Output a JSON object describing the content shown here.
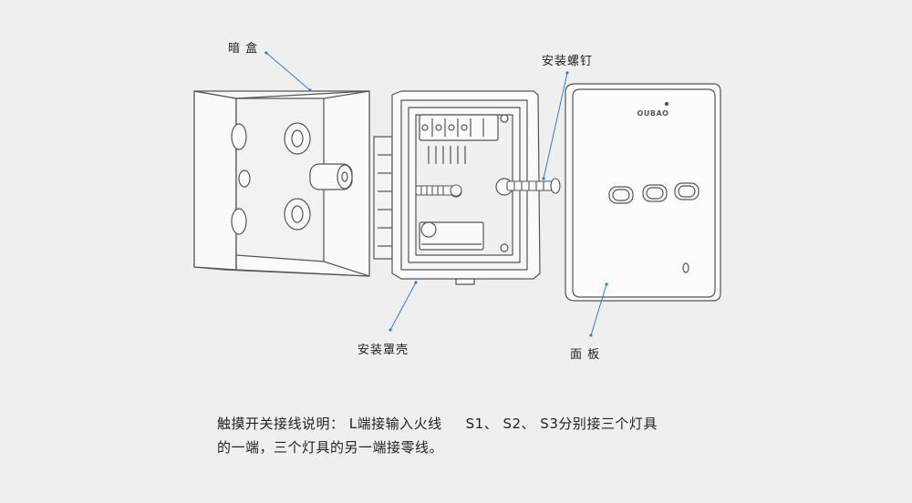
{
  "labels": {
    "box": "暗 盒",
    "screw": "安装螺钉",
    "frame": "安装罩壳",
    "panel": "面 板"
  },
  "brand": "OUBAO",
  "description": {
    "line1_a": "触摸开关接线说明： L端接输入火线",
    "line1_b": "S1、 S2、 S3分别接三个灯具",
    "line2": "的一端，三个灯具的另一端接零线。"
  },
  "colors": {
    "background": "#efefef",
    "line": "#555555",
    "leader": "#2b7fe0"
  }
}
